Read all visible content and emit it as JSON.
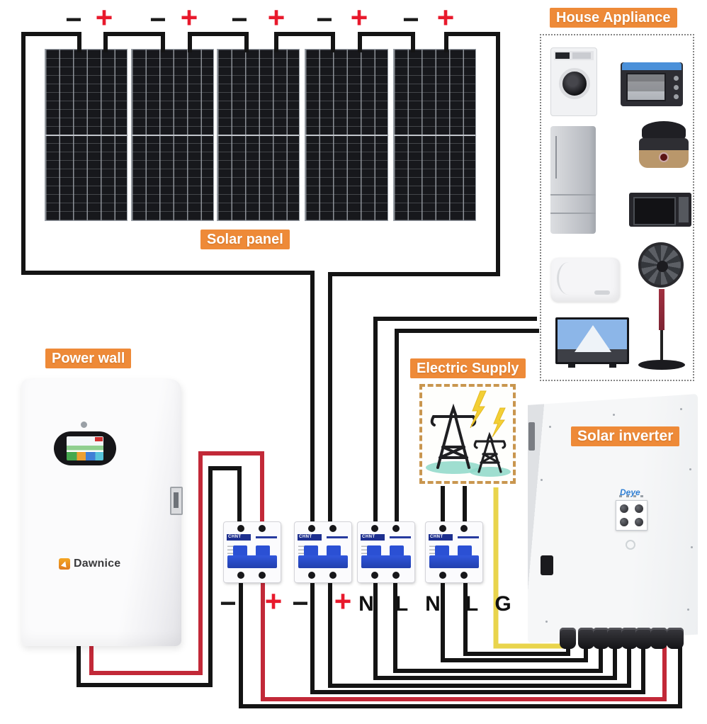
{
  "badges": {
    "solar_panel": "Solar panel",
    "power_wall": "Power wall",
    "electric_supply": "Electric Supply",
    "solar_inverter": "Solar inverter",
    "house_appliance": "House Appliance"
  },
  "solar_string": {
    "pairs": [
      {
        "minus": "−",
        "plus": "+"
      },
      {
        "minus": "−",
        "plus": "+"
      },
      {
        "minus": "−",
        "plus": "+"
      },
      {
        "minus": "−",
        "plus": "+"
      },
      {
        "minus": "−",
        "plus": "+"
      }
    ]
  },
  "breaker_row": {
    "brand": "CHNT",
    "labels": [
      "−",
      "+",
      "−",
      "+",
      "N",
      "L",
      "N",
      "L"
    ],
    "ground": "G"
  },
  "battery": {
    "brand": "Dawnice"
  },
  "inverter": {
    "brand": "Deye"
  },
  "colors": {
    "accent_orange": "#EE8A38",
    "wire_black": "#141414",
    "wire_red": "#C22938",
    "wire_yellow": "#E9D44C",
    "breaker_blue": "#2B50D4",
    "plus_red": "#E8192C",
    "tower_teal": "#8ED8C8"
  }
}
